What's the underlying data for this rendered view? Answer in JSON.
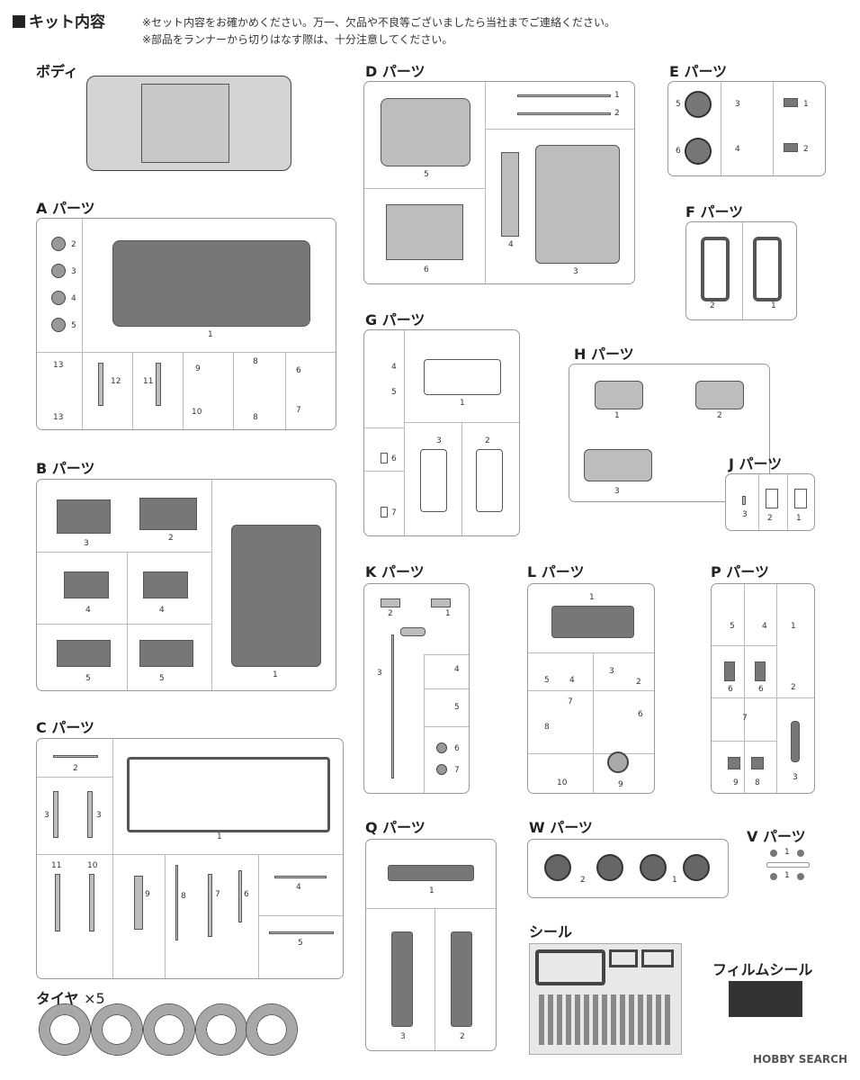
{
  "header": {
    "title": "キット内容",
    "note1": "※セット内容をお確かめください。万一、欠品や不良等ございましたら当社までご連絡ください。",
    "note2": "※部品をランナーから切りはなす際は、十分注意してください。"
  },
  "sections": {
    "body": "ボディ",
    "a": "A パーツ",
    "b": "B パーツ",
    "c": "C パーツ",
    "d": "D パーツ",
    "e": "E パーツ",
    "f": "F パーツ",
    "g": "G パーツ",
    "h": "H パーツ",
    "j": "J パーツ",
    "k": "K パーツ",
    "l": "L パーツ",
    "p": "P パーツ",
    "q": "Q パーツ",
    "w": "W パーツ",
    "v": "V パーツ",
    "seal": "シール",
    "film": "フィルムシール",
    "tire": "タイヤ",
    "tire_count": "×5"
  },
  "nums": {
    "n1": "1",
    "n2": "2",
    "n3": "3",
    "n4": "4",
    "n5": "5",
    "n6": "6",
    "n7": "7",
    "n8": "8",
    "n9": "9",
    "n10": "10",
    "n11": "11",
    "n12": "12",
    "n13": "13"
  },
  "watermark": "HOBBY SEARCH"
}
